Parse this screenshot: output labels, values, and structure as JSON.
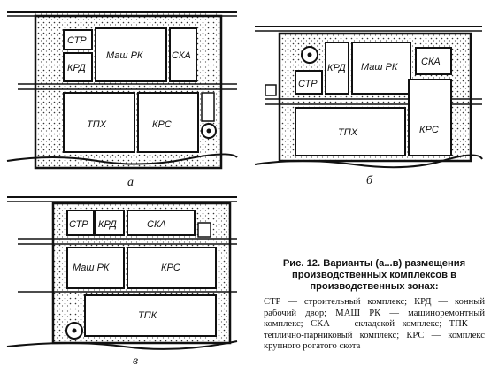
{
  "scheme_a": {
    "letter": "а",
    "labels": {
      "str": "СТР",
      "krd": "КРД",
      "mash": "Маш РК",
      "ska": "СКА",
      "tpkh": "ТПХ",
      "krs": "КРС"
    }
  },
  "scheme_b": {
    "letter": "б",
    "labels": {
      "str": "СТР",
      "krd": "КРД",
      "mash": "Маш РК",
      "ska": "СКА",
      "tpkh": "ТПХ",
      "krs": "КРС"
    }
  },
  "scheme_v": {
    "letter": "в",
    "labels": {
      "str": "СТР",
      "krd": "КРД",
      "ska": "СКА",
      "mash": "Маш РК",
      "krs": "КРС",
      "tpk": "ТПК"
    }
  },
  "caption": {
    "title": "Рис. 12. Варианты (а...в) размещения производственных комплексов в производственных зонах:",
    "body": "СТР — строительный комплекс; КРД — конный рабочий двор; МАШ РК — машиноремонтный комплекс; СКА — складской комплекс; ТПК — тепличнo-парниковый комплекс; КРС — комплекс крупного рогатого скота"
  }
}
